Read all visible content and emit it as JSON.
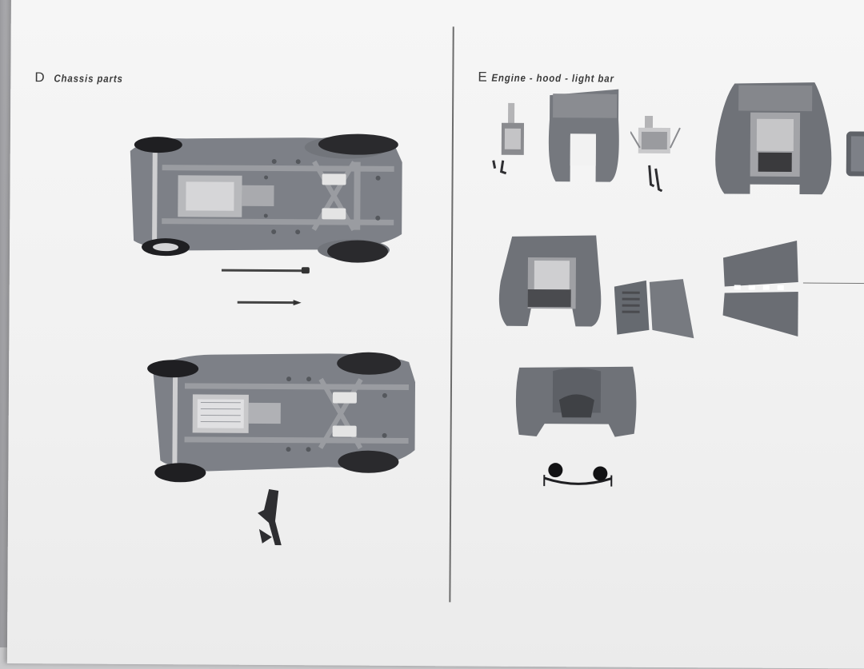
{
  "sections": [
    {
      "letter": "D",
      "title": "Chassis parts"
    },
    {
      "letter": "E",
      "title": "Engine - hood - light bar"
    }
  ],
  "colors": {
    "paper": "#f2f2f2",
    "plastic_gray": "#777a80",
    "tire_black": "#1f1f22",
    "chrome": "#c8c8ca",
    "divider": "#6c6c6c"
  }
}
